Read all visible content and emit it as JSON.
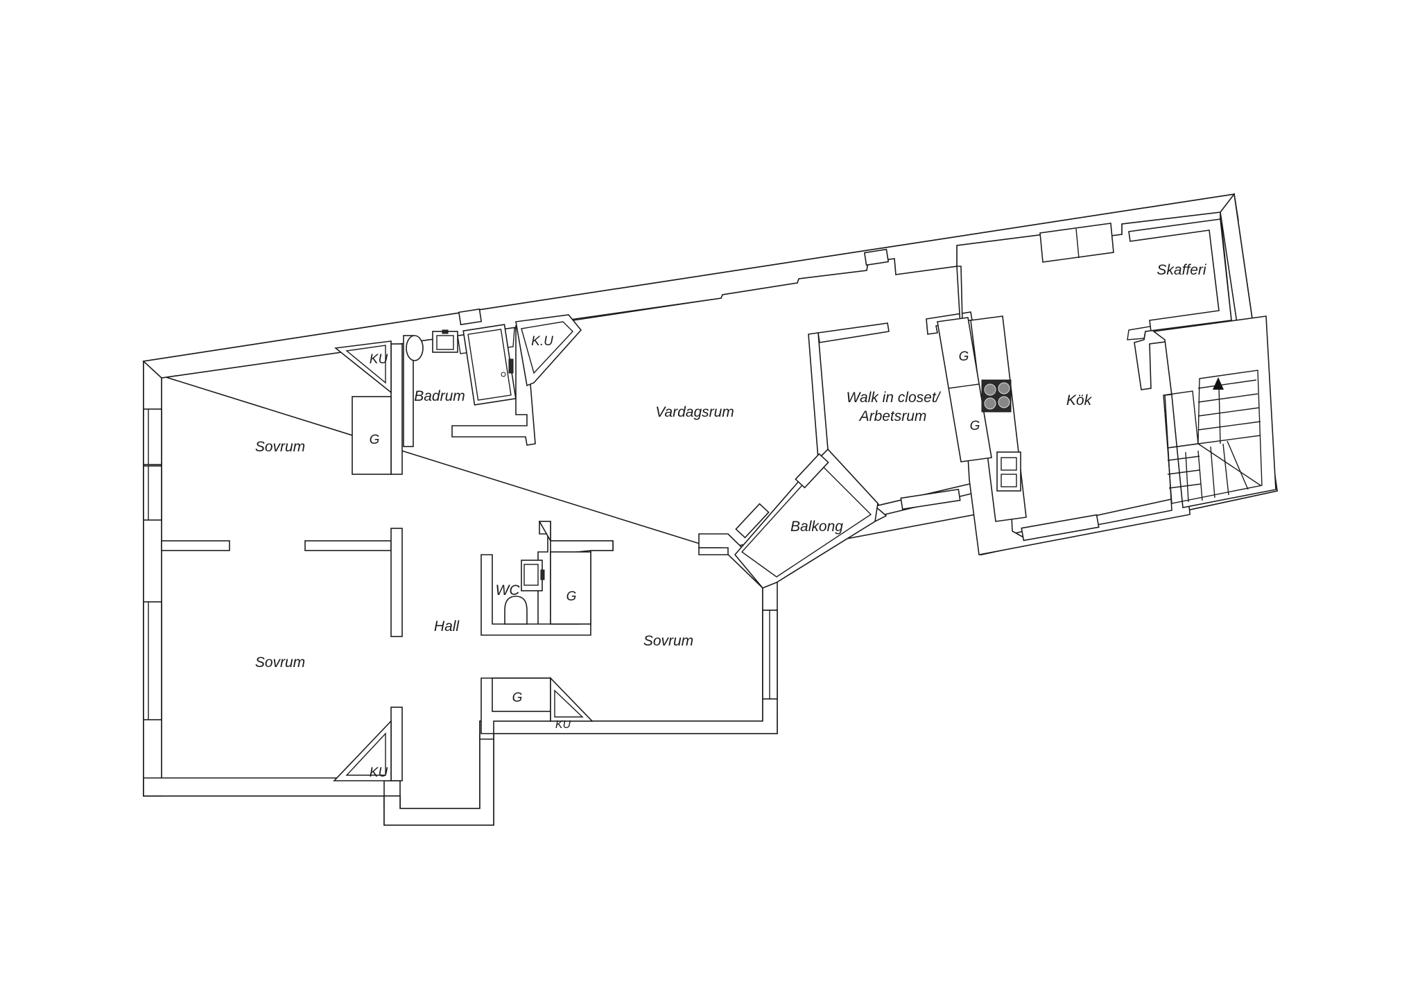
{
  "rooms": {
    "sovrum_top": "Sovrum",
    "sovrum_bottom": "Sovrum",
    "sovrum_right": "Sovrum",
    "badrum": "Badrum",
    "vardagsrum": "Vardagsrum",
    "walk_in_line1": "Walk in closet/",
    "walk_in_line2": "Arbetsrum",
    "kok": "Kök",
    "skafferi": "Skafferi",
    "balkong": "Balkong",
    "hall": "Hall",
    "wc": "WC"
  },
  "storage": {
    "g": "G",
    "ku": "KU",
    "ku_dotted": "K.U"
  }
}
